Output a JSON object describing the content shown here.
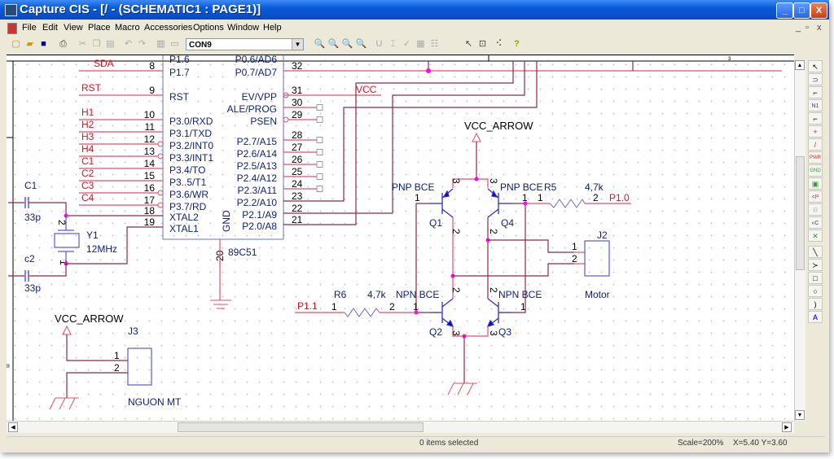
{
  "window": {
    "title": "Capture CIS - [/ - (SCHEMATIC1 : PAGE1)]",
    "minimize": "_",
    "maximize": "□",
    "close": "X"
  },
  "menu": [
    "File",
    "Edit",
    "View",
    "Place",
    "Macro",
    "Accessories",
    "Options",
    "Window",
    "Help"
  ],
  "mdi_controls": [
    "_",
    "▫",
    "x"
  ],
  "toolbar": {
    "part_combo": "CON9",
    "icons": [
      "new-icon",
      "open-icon",
      "save-icon",
      "print-icon",
      "cut-icon",
      "copy-icon",
      "paste-icon",
      "undo-icon",
      "redo-icon",
      "window-icon",
      "window2-icon",
      "zoom-in-icon",
      "zoom-out-icon",
      "zoom-area-icon",
      "zoom-all-icon",
      "annotate-icon",
      "update-icon",
      "drc-icon",
      "netlist-icon",
      "bom-icon",
      "select-icon",
      "hierarchy-icon",
      "ratsnest-icon",
      "help-icon"
    ]
  },
  "ruler": {
    "mark": "3"
  },
  "schematic": {
    "chip": {
      "name": "89C51",
      "gnd_pin": "20",
      "gnd_label": "GND",
      "left_pins": [
        {
          "num": "8",
          "name": "P1.7",
          "net": "SDA"
        },
        {
          "num": "9",
          "name": "RST",
          "net": "RST"
        },
        {
          "num": "10",
          "name": "P3.0/RXD",
          "net": "H1"
        },
        {
          "num": "11",
          "name": "P3.1/TXD",
          "net": "H2"
        },
        {
          "num": "12",
          "name": "P3.2/INT0",
          "net": "H3"
        },
        {
          "num": "13",
          "name": "P3.3/INT1",
          "net": "H4"
        },
        {
          "num": "14",
          "name": "P3.4/TO",
          "net": "C1"
        },
        {
          "num": "15",
          "name": "P3..5/T1",
          "net": "C2"
        },
        {
          "num": "16",
          "name": "P3.6/WR",
          "net": "C3"
        },
        {
          "num": "17",
          "name": "P3.7/RD",
          "net": "C4"
        },
        {
          "num": "18",
          "name": "XTAL2",
          "net": ""
        },
        {
          "num": "19",
          "name": "XTAL1",
          "net": ""
        }
      ],
      "right_pins": [
        {
          "num": "32",
          "name": "P0.7/AD7"
        },
        {
          "num": "31",
          "name": "EV/VPP"
        },
        {
          "num": "30",
          "name": "ALE/PROG"
        },
        {
          "num": "29",
          "name": "PSEN"
        },
        {
          "num": "28",
          "name": "P2.7/A15"
        },
        {
          "num": "27",
          "name": "P2.6/A14"
        },
        {
          "num": "26",
          "name": "P2.5/A13"
        },
        {
          "num": "25",
          "name": "P2.4/A12"
        },
        {
          "num": "24",
          "name": "P2.3/A11"
        },
        {
          "num": "23",
          "name": "P2.2/A10"
        },
        {
          "num": "22",
          "name": "P2.1/A9"
        },
        {
          "num": "21",
          "name": "P2.0/A8"
        }
      ],
      "top_partial_left": "P1.6",
      "top_partial_right": "P0.6/AD6"
    },
    "vcc_net": "VCC",
    "c1": {
      "ref": "C1",
      "value": "33p"
    },
    "c2": {
      "ref": "c2",
      "value": "33p"
    },
    "y1": {
      "ref": "Y1",
      "value": "12MHz",
      "pin1": "1",
      "pin2": "2"
    },
    "vcc_arrow_1": "VCC_ARROW",
    "vcc_arrow_2": "VCC_ARROW",
    "j3": {
      "ref": "J3",
      "value": "NGUON MT",
      "pin1": "1",
      "pin2": "2"
    },
    "j2": {
      "ref": "J2",
      "value": "Motor",
      "pin1": "1",
      "pin2": "2"
    },
    "q1": {
      "ref": "Q1",
      "type": "PNP BCE"
    },
    "q4": {
      "ref": "Q4",
      "type": "PNP BCE"
    },
    "q2": {
      "ref": "Q2",
      "type": "NPN BCE"
    },
    "q3": {
      "ref": "Q3",
      "type": "NPN BCE"
    },
    "r5": {
      "ref": "R5",
      "value": "4,7k",
      "net": "P1.0"
    },
    "r6": {
      "ref": "R6",
      "value": "4,7k",
      "net": "P1.1"
    },
    "pin_nums": {
      "one": "1",
      "two": "2",
      "three": "3"
    }
  },
  "status": {
    "selection": "0 items selected",
    "scale": "Scale=200%",
    "coords": "X=5.40  Y=3.60"
  },
  "colors": {
    "net_label": "#e0101a",
    "part_text": "#0b1f7a",
    "wire": "#8a2a4a",
    "junction": "#ff00ff",
    "titlebar": "#0a5bd8"
  }
}
